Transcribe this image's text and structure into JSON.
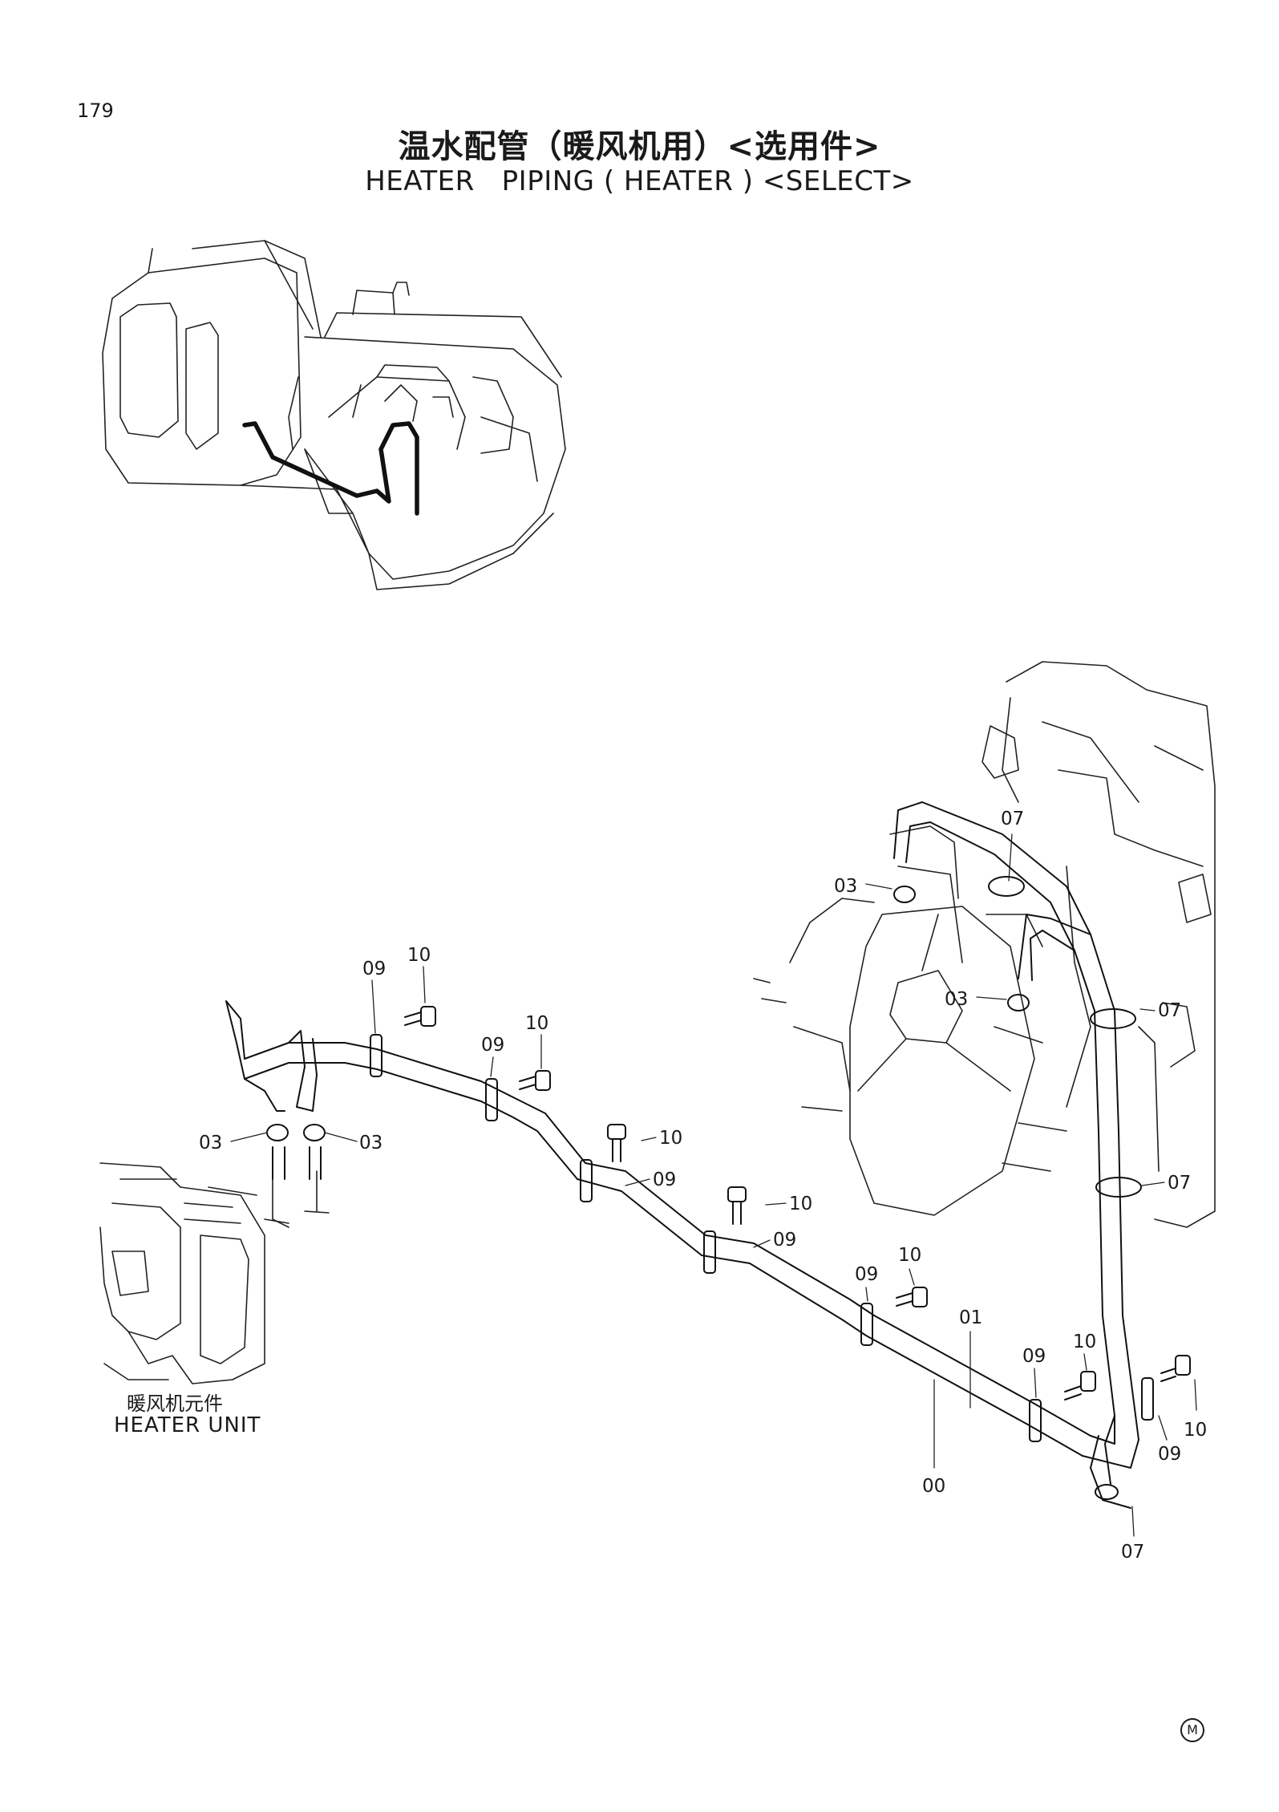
{
  "page": {
    "number": "179",
    "title_cn": "温水配管（暖风机用）<选用件>",
    "title_en": "HEATER   PIPING ( HEATER ) <SELECT>",
    "mark": "M"
  },
  "heater_unit": {
    "label_cn": "暖风机元件",
    "label_en": "HEATER UNIT"
  },
  "callouts": [
    {
      "id": "c1",
      "text": "07"
    },
    {
      "id": "c2",
      "text": "03"
    },
    {
      "id": "c3",
      "text": "03"
    },
    {
      "id": "c4",
      "text": "07"
    },
    {
      "id": "c5",
      "text": "07"
    },
    {
      "id": "c6",
      "text": "10"
    },
    {
      "id": "c7",
      "text": "09"
    },
    {
      "id": "c8",
      "text": "10"
    },
    {
      "id": "c9",
      "text": "09"
    },
    {
      "id": "c10",
      "text": "03"
    },
    {
      "id": "c11",
      "text": "03"
    },
    {
      "id": "c12",
      "text": "10"
    },
    {
      "id": "c13",
      "text": "09"
    },
    {
      "id": "c14",
      "text": "10"
    },
    {
      "id": "c15",
      "text": "09"
    },
    {
      "id": "c16",
      "text": "10"
    },
    {
      "id": "c17",
      "text": "09"
    },
    {
      "id": "c18",
      "text": "01"
    },
    {
      "id": "c19",
      "text": "10"
    },
    {
      "id": "c20",
      "text": "09"
    },
    {
      "id": "c21",
      "text": "10"
    },
    {
      "id": "c22",
      "text": "09"
    },
    {
      "id": "c23",
      "text": "00"
    },
    {
      "id": "c24",
      "text": "07"
    }
  ]
}
